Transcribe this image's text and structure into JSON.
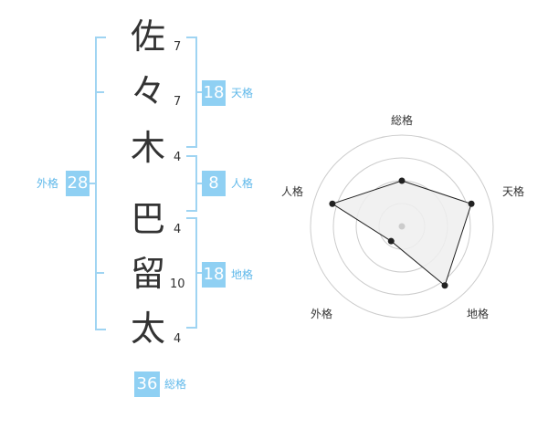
{
  "name": {
    "chars": [
      {
        "char": "佐",
        "strokes": "7"
      },
      {
        "char": "々",
        "strokes": "7"
      },
      {
        "char": "木",
        "strokes": "4"
      },
      {
        "char": "巴",
        "strokes": "4"
      },
      {
        "char": "留",
        "strokes": "10"
      },
      {
        "char": "太",
        "strokes": "4"
      }
    ]
  },
  "scores": {
    "tenkaku": {
      "label": "天格",
      "value": "18"
    },
    "jinkaku": {
      "label": "人格",
      "value": "8"
    },
    "chikaku": {
      "label": "地格",
      "value": "18"
    },
    "gaikaku": {
      "label": "外格",
      "value": "28"
    },
    "soukaku": {
      "label": "総格",
      "value": "36"
    }
  },
  "chart_data": {
    "type": "radar",
    "axes": [
      "総格",
      "天格",
      "地格",
      "外格",
      "人格"
    ],
    "values": [
      0.5,
      0.8,
      0.8,
      0.2,
      0.8
    ],
    "max": 1,
    "rings": 4,
    "colors": {
      "fill": "#eeeeee",
      "stroke": "#222222",
      "ring": "#cccccc"
    }
  },
  "colors": {
    "accent": "#8fd0f3",
    "bracket": "#9fd4f2",
    "label": "#5fb8ea"
  }
}
